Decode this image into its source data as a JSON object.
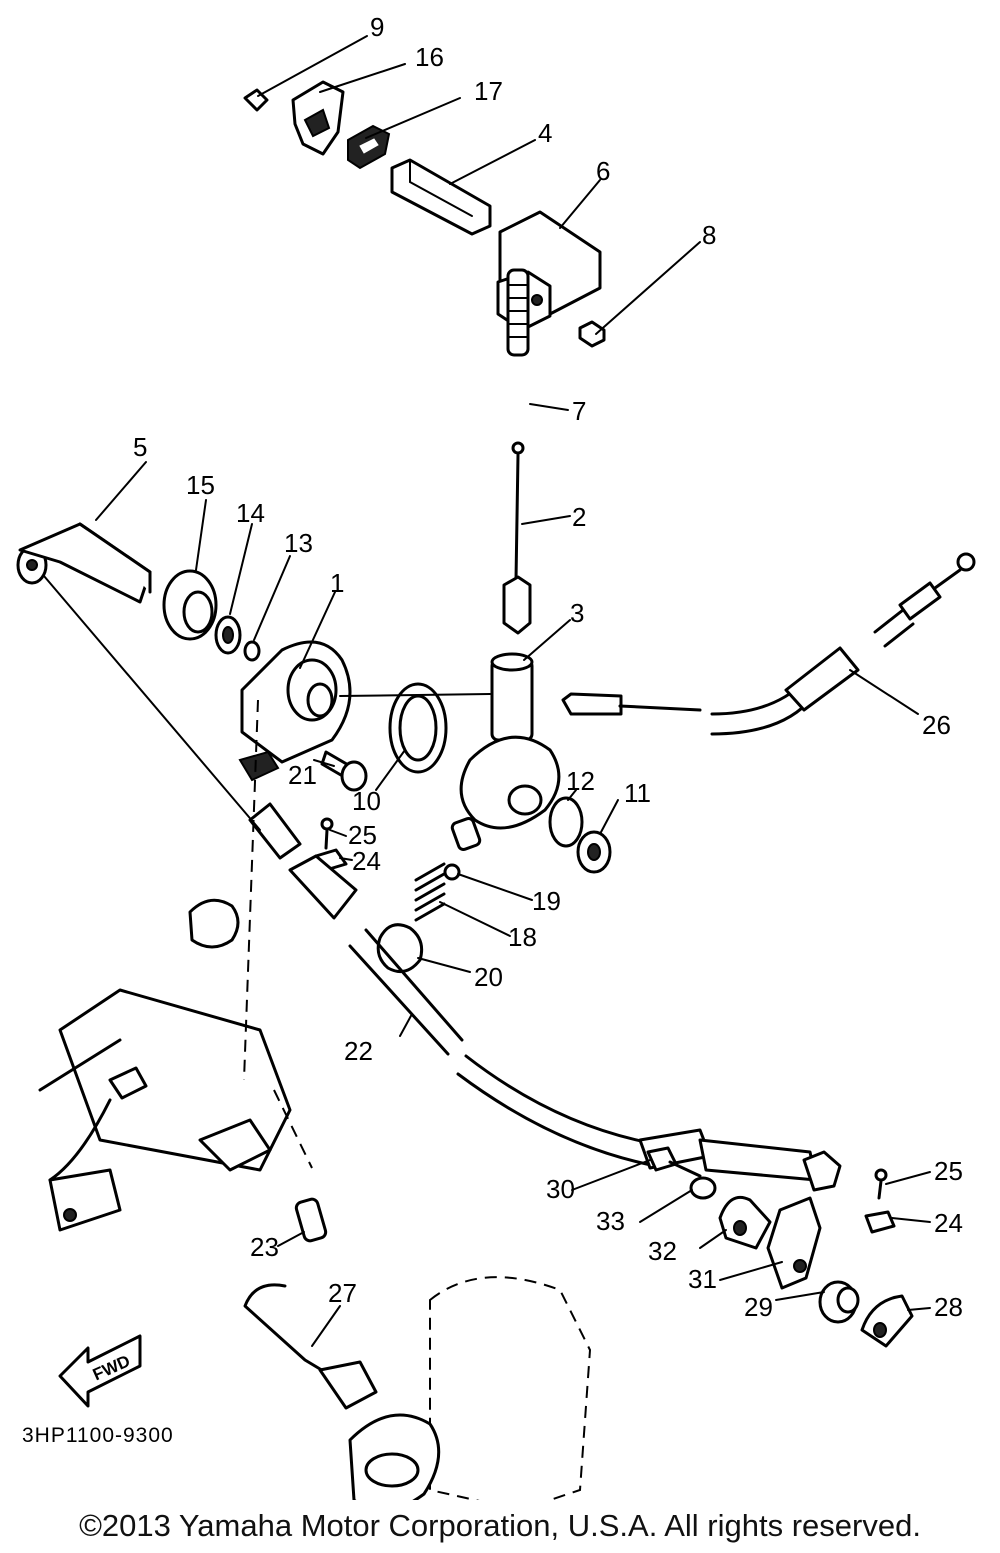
{
  "diagram": {
    "callouts": [
      "1",
      "2",
      "3",
      "4",
      "5",
      "6",
      "7",
      "8",
      "9",
      "10",
      "11",
      "12",
      "13",
      "14",
      "15",
      "16",
      "17",
      "18",
      "19",
      "20",
      "21",
      "22",
      "23",
      "24",
      "25",
      "26",
      "27",
      "28",
      "29",
      "30",
      "31",
      "32",
      "33",
      "24",
      "25"
    ],
    "diagram_code": "3HP1100-9300",
    "fwd_label": "FWD"
  },
  "footer": {
    "copyright": "©2013 Yamaha Motor Corporation, U.S.A. All rights reserved."
  }
}
